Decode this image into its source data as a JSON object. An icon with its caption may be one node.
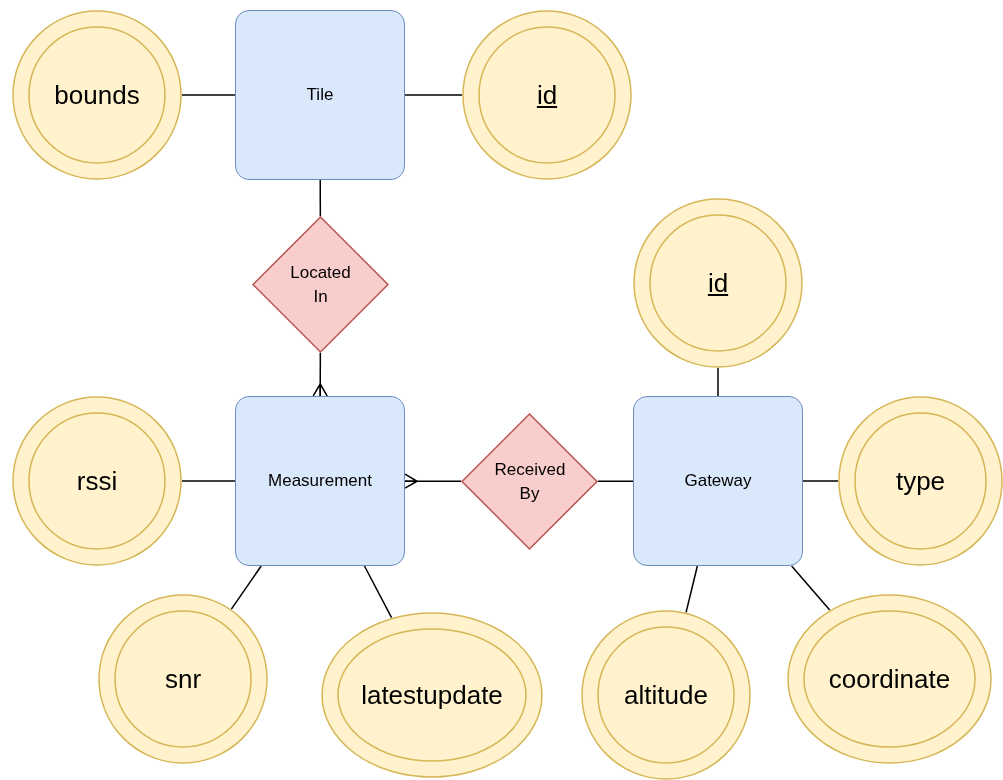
{
  "diagram": {
    "nodes": [
      {
        "text": [
          "Tile"
        ]
      },
      {
        "text": [
          "bounds"
        ]
      },
      {
        "text": [
          "id"
        ]
      },
      {
        "text": [
          "Located In"
        ]
      },
      {
        "text": [
          "Measurement"
        ]
      },
      {
        "text": [
          "rssi"
        ]
      },
      {
        "text": [
          "Received By"
        ]
      },
      {
        "text": [
          "Gateway"
        ]
      },
      {
        "text": [
          "id"
        ]
      },
      {
        "text": [
          "type"
        ]
      },
      {
        "text": [
          "snr"
        ]
      },
      {
        "text": [
          "latestupdate"
        ]
      },
      {
        "text": [
          "altitude"
        ]
      },
      {
        "text": [
          "coordinate"
        ]
      }
    ],
    "edges": [
      {
        "from": 1,
        "to": 0,
        "arrow": "none"
      },
      {
        "from": 0,
        "to": 2,
        "arrow": "none"
      },
      {
        "from": 0,
        "to": 3,
        "arrow": "none"
      },
      {
        "from": 3,
        "to": 4,
        "arrow": "other"
      },
      {
        "from": 5,
        "to": 4,
        "arrow": "none"
      },
      {
        "from": 6,
        "to": 4,
        "arrow": "other"
      },
      {
        "from": 6,
        "to": 7,
        "arrow": "none"
      },
      {
        "from": 7,
        "to": 8,
        "arrow": "none"
      },
      {
        "from": 7,
        "to": 9,
        "arrow": "none"
      },
      {
        "from": 4,
        "to": 10,
        "arrow": "none"
      },
      {
        "from": 4,
        "to": 11,
        "arrow": "none"
      },
      {
        "from": 7,
        "to": 12,
        "arrow": "none"
      },
      {
        "from": 7,
        "to": 13,
        "arrow": "none"
      }
    ]
  }
}
